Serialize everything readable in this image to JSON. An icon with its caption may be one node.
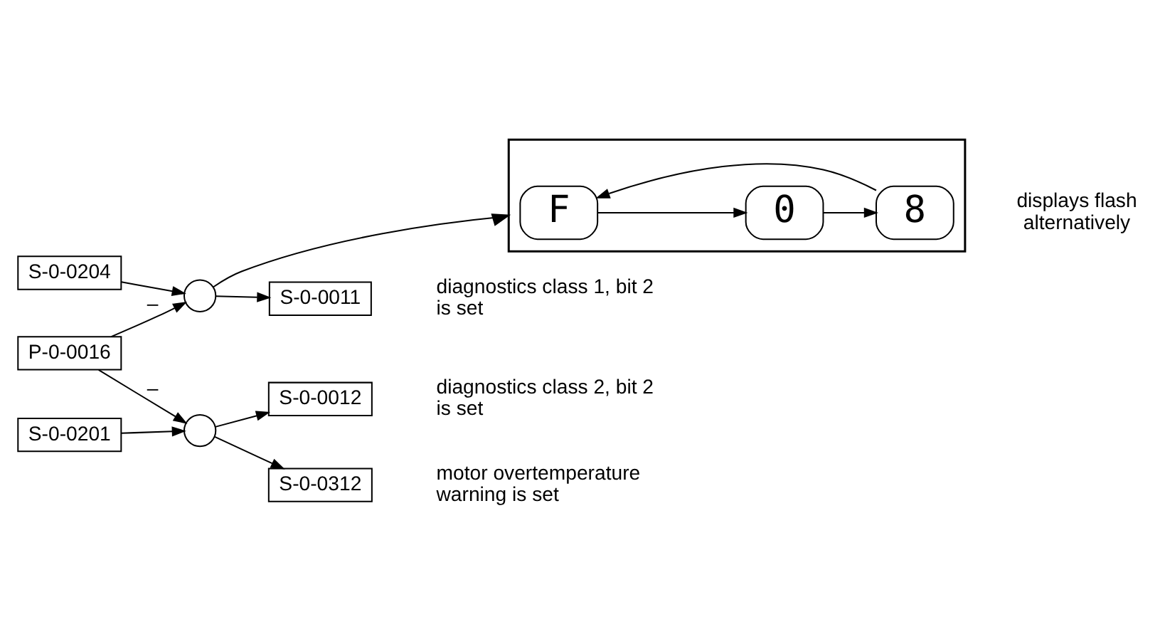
{
  "diagram": {
    "nodes": [
      {
        "text": [],
        "shape": "box",
        "beside": [
          "displays flash alternatively"
        ]
      },
      {
        "text": [
          "F"
        ],
        "in": 0
      },
      {
        "text": [
          "0"
        ],
        "in": 0
      },
      {
        "text": [
          "8"
        ],
        "in": 0
      },
      {
        "text": [
          "S-0-0204"
        ]
      },
      {
        "text": [],
        "shape": "circle"
      },
      {
        "text": [
          "S-0-0011"
        ],
        "beside": [
          "diagnostics class 1, bit 2 is set"
        ]
      },
      {
        "text": [
          "P-0-0016"
        ]
      },
      {
        "text": [
          "S-0-0201"
        ]
      },
      {
        "text": [],
        "shape": "circle"
      },
      {
        "text": [
          "S-0-0012"
        ],
        "beside": [
          "diagnostics class 2, bit 2 is set"
        ]
      },
      {
        "text": [
          "S-0-0312"
        ],
        "beside": [
          "motor overtemperature warning is set"
        ]
      }
    ],
    "edges": [
      {
        "from": 4,
        "to": 5,
        "arrow": "to"
      },
      {
        "from": 5,
        "to": 0,
        "arrow": "to"
      },
      {
        "from": 5,
        "to": 6,
        "arrow": "to"
      },
      {
        "from": 7,
        "to": 5,
        "arrow": "to",
        "label": "–"
      },
      {
        "from": 7,
        "to": 9,
        "arrow": "to",
        "label": "–"
      },
      {
        "from": 8,
        "to": 9,
        "arrow": "to"
      },
      {
        "from": 9,
        "to": 10,
        "arrow": "to"
      },
      {
        "from": 9,
        "to": 11,
        "arrow": "to"
      },
      {
        "from": 1,
        "to": 2,
        "arrow": "to"
      },
      {
        "from": 2,
        "to": 3,
        "arrow": "to"
      },
      {
        "from": 3,
        "to": 1,
        "arrow": "to"
      }
    ]
  }
}
